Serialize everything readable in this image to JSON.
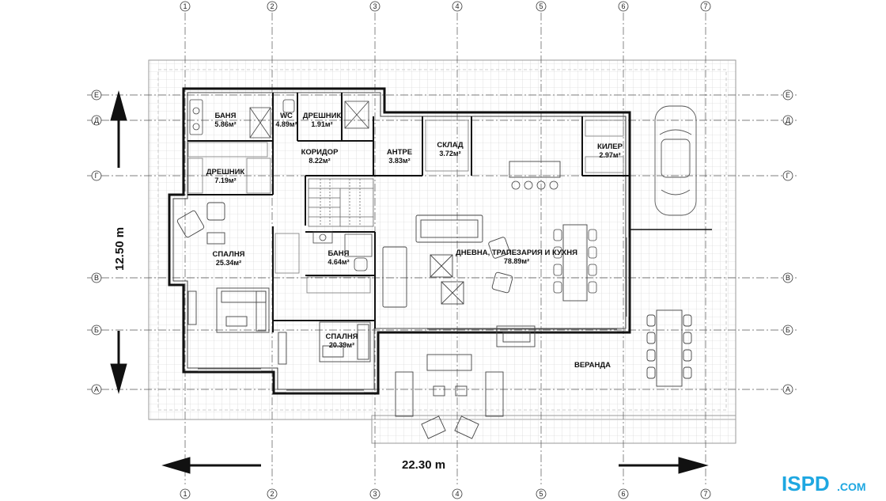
{
  "axes": {
    "columns": [
      "1",
      "2",
      "3",
      "4",
      "5",
      "6",
      "7"
    ],
    "rows": [
      "Е",
      "Д",
      "Г",
      "В",
      "Б",
      "А"
    ]
  },
  "dimensions": {
    "width": "22.30 m",
    "depth": "12.50 m"
  },
  "rooms": [
    {
      "name": "БАНЯ",
      "area": "5.86м²"
    },
    {
      "name": "WC",
      "area": "4.89м²"
    },
    {
      "name": "ДРЕШНИК",
      "area": "1.91м²"
    },
    {
      "name": "КОРИДОР",
      "area": "8.22м²"
    },
    {
      "name": "АНТРЕ",
      "area": "3.83м²"
    },
    {
      "name": "СКЛАД",
      "area": "3.72м²"
    },
    {
      "name": "КИЛЕР",
      "area": "2.97м²"
    },
    {
      "name": "ДРЕШНИК",
      "area": "7.19м²"
    },
    {
      "name": "СПАЛНЯ",
      "area": "25.34м²"
    },
    {
      "name": "БАНЯ",
      "area": "4.64м²"
    },
    {
      "name": "ДНЕВНА, ТРАПЕЗАРИЯ И КУХНЯ",
      "area": "78.89м²"
    },
    {
      "name": "СПАЛНЯ",
      "area": "20.39м²"
    },
    {
      "name": "ВЕРАНДА",
      "area": ""
    }
  ],
  "logo": {
    "text": "ISPD",
    "suffix": ".COM",
    "color": "#1ea7e1"
  }
}
